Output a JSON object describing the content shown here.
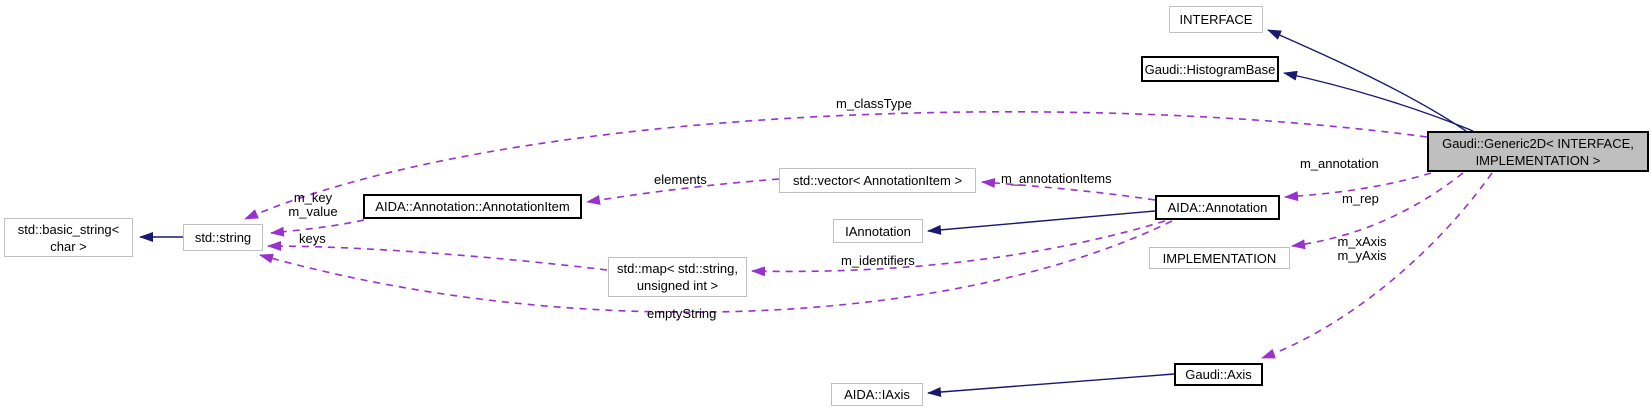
{
  "diagram": {
    "colors": {
      "background": "#ffffff",
      "inheritance_edge": "#191970",
      "usage_edge": "#9932cc",
      "main_node_fill": "#bfbfbf",
      "documented_node_border": "#000000",
      "external_node_border": "#c0c0c0"
    },
    "nodes": [
      {
        "id": "interface",
        "label": "INTERFACE"
      },
      {
        "id": "histogram-base",
        "label": "Gaudi::HistogramBase"
      },
      {
        "id": "generic2d",
        "label": "Gaudi::Generic2D< INTERFACE,\nIMPLEMENTATION >"
      },
      {
        "id": "basic-string",
        "label": "std::basic_string<\nchar >"
      },
      {
        "id": "std-string",
        "label": "std::string"
      },
      {
        "id": "annotation-item",
        "label": "AIDA::Annotation::AnnotationItem"
      },
      {
        "id": "vector-annotation-item",
        "label": "std::vector< AnnotationItem >"
      },
      {
        "id": "iannotation",
        "label": "IAnnotation"
      },
      {
        "id": "aida-annotation",
        "label": "AIDA::Annotation"
      },
      {
        "id": "implementation",
        "label": "IMPLEMENTATION"
      },
      {
        "id": "std-map",
        "label": "std::map< std::string,\nunsigned int >"
      },
      {
        "id": "iaxis",
        "label": "AIDA::IAxis"
      },
      {
        "id": "gaudi-axis",
        "label": "Gaudi::Axis"
      }
    ],
    "edges": [
      {
        "from": "Gaudi::Generic2D< INTERFACE, IMPLEMENTATION >",
        "to": "std::string",
        "label": "m_classType",
        "type": "usage"
      },
      {
        "from": "AIDA::Annotation::AnnotationItem",
        "to": "std::string",
        "label": "m_key\nm_value",
        "type": "usage"
      },
      {
        "from": "std::map< std::string, unsigned int >",
        "to": "std::string",
        "label": "keys",
        "type": "usage"
      },
      {
        "from": "std::vector< AnnotationItem >",
        "to": "AIDA::Annotation::AnnotationItem",
        "label": "elements",
        "type": "usage"
      },
      {
        "from": "AIDA::Annotation",
        "to": "std::vector< AnnotationItem >",
        "label": "m_annotationItems",
        "type": "usage"
      },
      {
        "from": "Gaudi::Generic2D< INTERFACE, IMPLEMENTATION >",
        "to": "AIDA::Annotation",
        "label": "m_annotation",
        "type": "usage"
      },
      {
        "from": "Gaudi::Generic2D< INTERFACE, IMPLEMENTATION >",
        "to": "IMPLEMENTATION",
        "label": "m_rep",
        "type": "usage"
      },
      {
        "from": "Gaudi::Generic2D< INTERFACE, IMPLEMENTATION >",
        "to": "Gaudi::Axis",
        "label": "m_xAxis\nm_yAxis",
        "type": "usage"
      },
      {
        "from": "AIDA::Annotation",
        "to": "std::map< std::string, unsigned int >",
        "label": "m_identifiers",
        "type": "usage"
      },
      {
        "from": "AIDA::Annotation",
        "to": "std::string",
        "label": "emptyString",
        "type": "usage"
      },
      {
        "from": "Gaudi::Generic2D< INTERFACE, IMPLEMENTATION >",
        "to": "INTERFACE",
        "label": "",
        "type": "inheritance"
      },
      {
        "from": "Gaudi::Generic2D< INTERFACE, IMPLEMENTATION >",
        "to": "Gaudi::HistogramBase",
        "label": "",
        "type": "inheritance"
      },
      {
        "from": "std::string",
        "to": "std::basic_string< char >",
        "label": "",
        "type": "inheritance"
      },
      {
        "from": "AIDA::Annotation",
        "to": "IAnnotation",
        "label": "",
        "type": "inheritance"
      },
      {
        "from": "Gaudi::Axis",
        "to": "AIDA::IAxis",
        "label": "",
        "type": "inheritance"
      }
    ]
  }
}
